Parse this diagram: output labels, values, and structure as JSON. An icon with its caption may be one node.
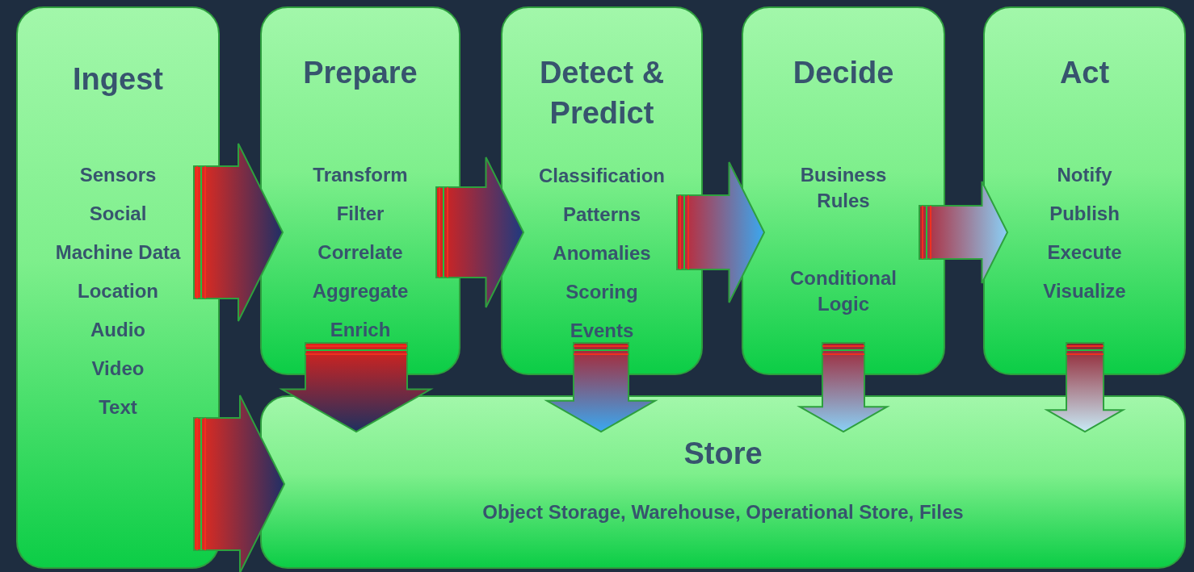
{
  "diagram": {
    "nodes": [
      {
        "text": [
          "Ingest",
          "Sensors",
          "Social",
          "Machine Data",
          "Location",
          "Audio",
          "Video",
          "Text"
        ]
      },
      {
        "text": [
          "Prepare",
          "Transform",
          "Filter",
          "Correlate",
          "Aggregate",
          "Enrich"
        ]
      },
      {
        "text": [
          "Detect & Predict",
          "Classification",
          "Patterns",
          "Anomalies",
          "Scoring",
          "Events"
        ]
      },
      {
        "text": [
          "Decide",
          "Business Rules",
          "Conditional Logic"
        ]
      },
      {
        "text": [
          "Act",
          "Notify",
          "Publish",
          "Execute",
          "Visualize"
        ]
      },
      {
        "text": [
          "Store",
          "Object Storage, Warehouse, Operational Store, Files"
        ]
      }
    ],
    "edges": [
      {
        "from": 0,
        "to": 1,
        "arrow": "to"
      },
      {
        "from": 1,
        "to": 2,
        "arrow": "to"
      },
      {
        "from": 2,
        "to": 3,
        "arrow": "to"
      },
      {
        "from": 3,
        "to": 4,
        "arrow": "to"
      },
      {
        "from": 0,
        "to": 5,
        "arrow": "to"
      },
      {
        "from": 1,
        "to": 5,
        "arrow": "to"
      },
      {
        "from": 2,
        "to": 5,
        "arrow": "to"
      },
      {
        "from": 3,
        "to": 5,
        "arrow": "to"
      },
      {
        "from": 4,
        "to": 5,
        "arrow": "to"
      }
    ]
  }
}
